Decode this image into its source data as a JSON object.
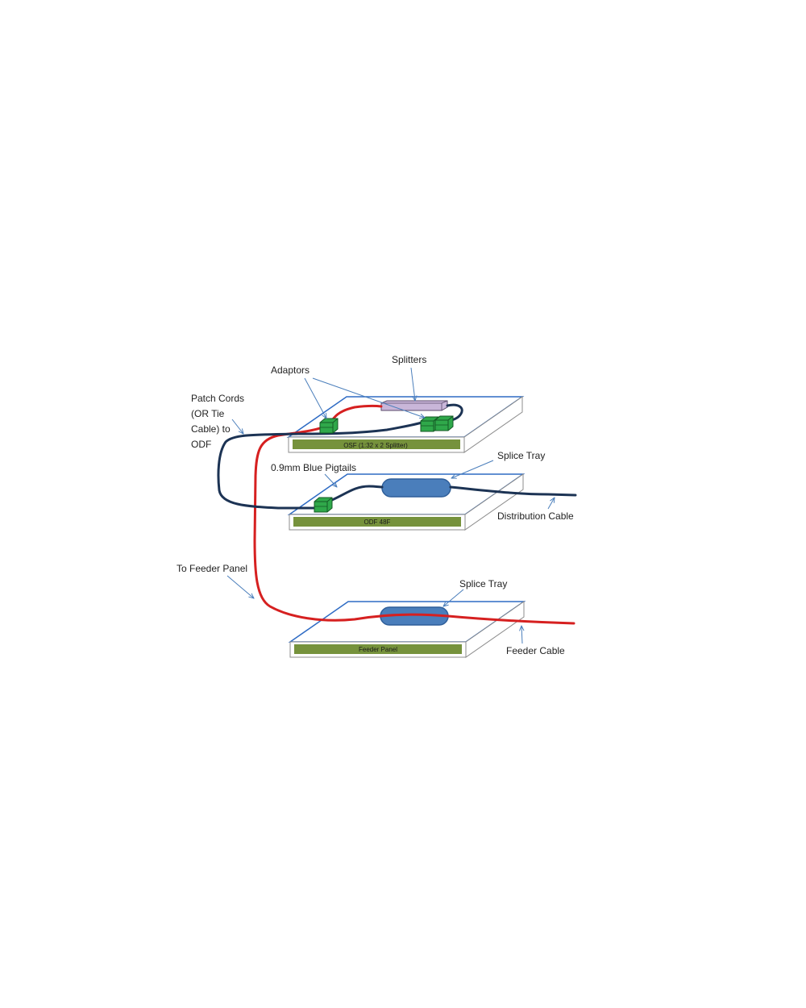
{
  "labels": {
    "splitters": "Splitters",
    "adaptors": "Adaptors",
    "patch_cords_1": "Patch Cords",
    "patch_cords_2": "(OR Tie",
    "patch_cords_3": "Cable) to",
    "patch_cords_4": "ODF",
    "blue_pigtails": "0.9mm Blue Pigtails",
    "splice_tray_upper": "Splice Tray",
    "distribution_cable": "Distribution Cable",
    "to_feeder_panel": "To Feeder Panel",
    "splice_tray_lower": "Splice Tray",
    "feeder_cable": "Feeder Cable"
  },
  "panels": {
    "osf": "OSF (1:32 x  2 Splitter)",
    "odf": "ODF 48F",
    "feeder": "Feeder Panel"
  },
  "colors": {
    "red_cable": "#d62020",
    "blue_cable": "#1c3354",
    "panel_strip": "#76923c",
    "adaptor": "#2fa84a",
    "splitter": "#c9b6d9",
    "splice": "#4a7ebb",
    "arrow": "#4a7ebb"
  }
}
